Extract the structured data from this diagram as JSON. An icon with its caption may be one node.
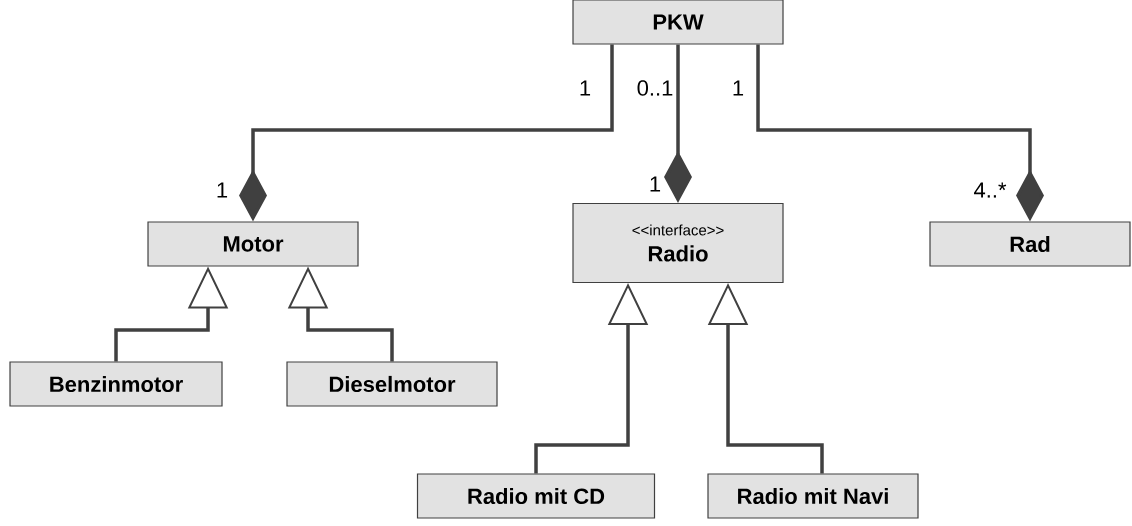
{
  "diagram": {
    "nodes": [
      {
        "text": [
          "PKW"
        ]
      },
      {
        "text": [
          "Motor"
        ]
      },
      {
        "text": [
          "<<interface>>",
          "Radio"
        ]
      },
      {
        "text": [
          "Rad"
        ]
      },
      {
        "text": [
          "Benzinmotor"
        ]
      },
      {
        "text": [
          "Dieselmotor"
        ]
      },
      {
        "text": [
          "Radio mit CD"
        ]
      },
      {
        "text": [
          "Radio mit Navi"
        ]
      }
    ],
    "edges": [
      {
        "from": 0,
        "to": 1,
        "arrow": "other"
      },
      {
        "from": 0,
        "to": 2,
        "arrow": "other"
      },
      {
        "from": 0,
        "to": 3,
        "arrow": "other"
      },
      {
        "from": 4,
        "to": 1,
        "arrow": "to"
      },
      {
        "from": 5,
        "to": 1,
        "arrow": "to"
      },
      {
        "from": 6,
        "to": 2,
        "arrow": "to"
      },
      {
        "from": 7,
        "to": 2,
        "arrow": "to"
      }
    ],
    "labels": [
      "1",
      "0..1",
      "1",
      "1",
      "1",
      "4..*"
    ]
  }
}
